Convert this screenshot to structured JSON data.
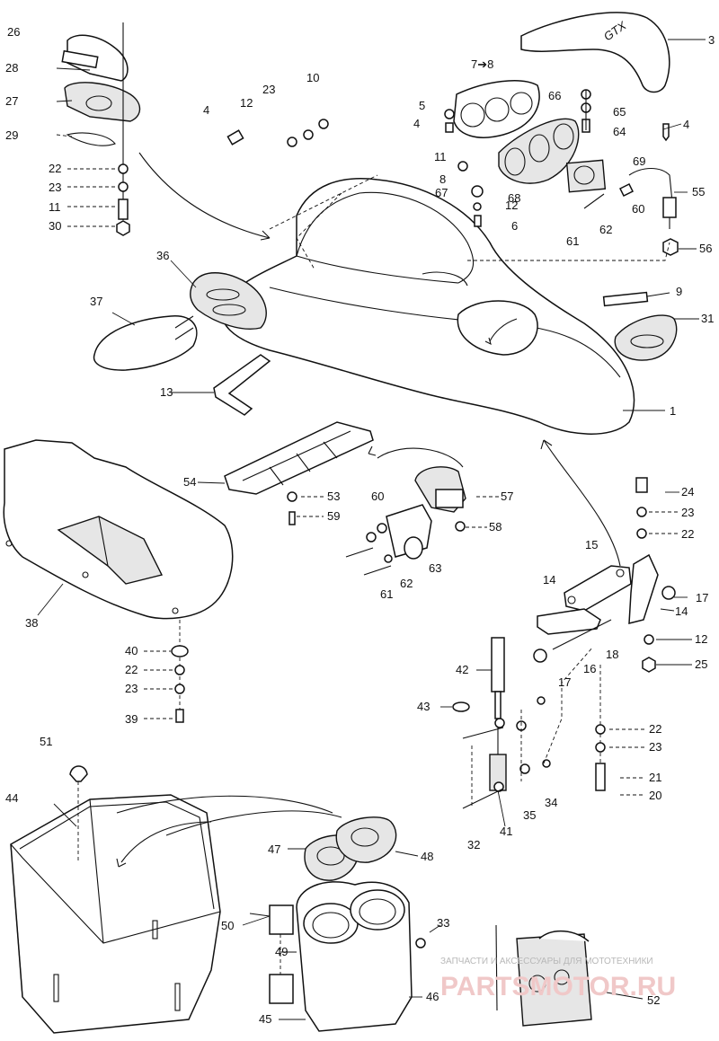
{
  "diagram": {
    "labels": {
      "p1": "1",
      "p3": "3",
      "p4a": "4",
      "p4b": "4",
      "p4c": "4",
      "p5": "5",
      "p6": "6",
      "p7_8": "7➔8",
      "p8": "8",
      "p9": "9",
      "p10": "10",
      "p11a": "11",
      "p11b": "11",
      "p12a": "12",
      "p12b": "12",
      "p12c": "12",
      "p13": "13",
      "p14a": "14",
      "p14b": "14",
      "p15": "15",
      "p16": "16",
      "p17a": "17",
      "p17b": "17",
      "p18": "18",
      "p20": "20",
      "p21": "21",
      "p22a": "22",
      "p22b": "22",
      "p22c": "22",
      "p22d": "22",
      "p23a": "23",
      "p23b": "23",
      "p23c": "23",
      "p23d": "23",
      "p23e": "23",
      "p24": "24",
      "p25": "25",
      "p26": "26",
      "p27": "27",
      "p28": "28",
      "p29": "29",
      "p30": "30",
      "p31": "31",
      "p32": "32",
      "p33": "33",
      "p34": "34",
      "p35": "35",
      "p36": "36",
      "p37": "37",
      "p38": "38",
      "p39": "39",
      "p40": "40",
      "p41": "41",
      "p42": "42",
      "p43": "43",
      "p44": "44",
      "p45": "45",
      "p46": "46",
      "p47": "47",
      "p48": "48",
      "p49": "49",
      "p50": "50",
      "p51": "51",
      "p52": "52",
      "p53": "53",
      "p54": "54",
      "p55": "55",
      "p56": "56",
      "p57": "57",
      "p58": "58",
      "p59": "59",
      "p60a": "60",
      "p60b": "60",
      "p61a": "61",
      "p61b": "61",
      "p62a": "62",
      "p62b": "62",
      "p63": "63",
      "p64": "64",
      "p65": "65",
      "p66": "66",
      "p67": "67",
      "p68": "68",
      "p69": "69"
    },
    "visor_logo": "GTX",
    "watermark": {
      "tagline": "ЗАПЧАСТИ И АКСЕССУАРЫ ДЛЯ МОТОТЕХНИКИ",
      "brand": "PARTSMOTOR.RU"
    }
  }
}
